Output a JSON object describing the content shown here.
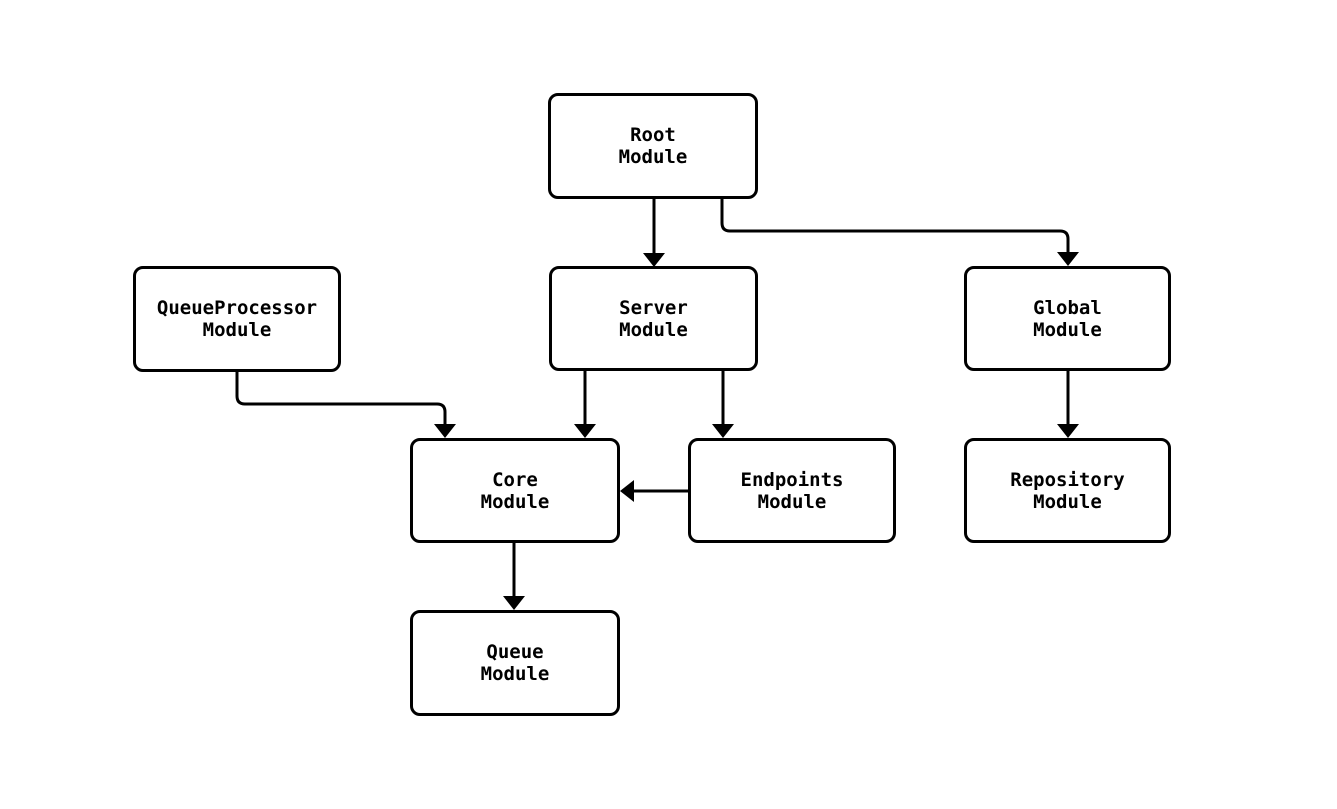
{
  "diagram": {
    "type": "module-dependency-flowchart",
    "background_color": "#ffffff",
    "node_fill_color": "#ffffff",
    "node_border_color": "#000000",
    "edge_color": "#000000",
    "nodes": [
      {
        "id": "root",
        "line1": "Root",
        "line2": "Module"
      },
      {
        "id": "queueprocessor",
        "line1": "QueueProcessor",
        "line2": "Module"
      },
      {
        "id": "server",
        "line1": "Server",
        "line2": "Module"
      },
      {
        "id": "global",
        "line1": "Global",
        "line2": "Module"
      },
      {
        "id": "core",
        "line1": "Core",
        "line2": "Module"
      },
      {
        "id": "endpoints",
        "line1": "Endpoints",
        "line2": "Module"
      },
      {
        "id": "repository",
        "line1": "Repository",
        "line2": "Module"
      },
      {
        "id": "queue",
        "line1": "Queue",
        "line2": "Module"
      }
    ],
    "edges": [
      {
        "from": "Root Module",
        "to": "Server Module"
      },
      {
        "from": "Root Module",
        "to": "Global Module"
      },
      {
        "from": "QueueProcessor Module",
        "to": "Core Module"
      },
      {
        "from": "Server Module",
        "to": "Core Module"
      },
      {
        "from": "Server Module",
        "to": "Endpoints Module"
      },
      {
        "from": "Endpoints Module",
        "to": "Core Module"
      },
      {
        "from": "Global Module",
        "to": "Repository Module"
      },
      {
        "from": "Core Module",
        "to": "Queue Module"
      }
    ]
  }
}
